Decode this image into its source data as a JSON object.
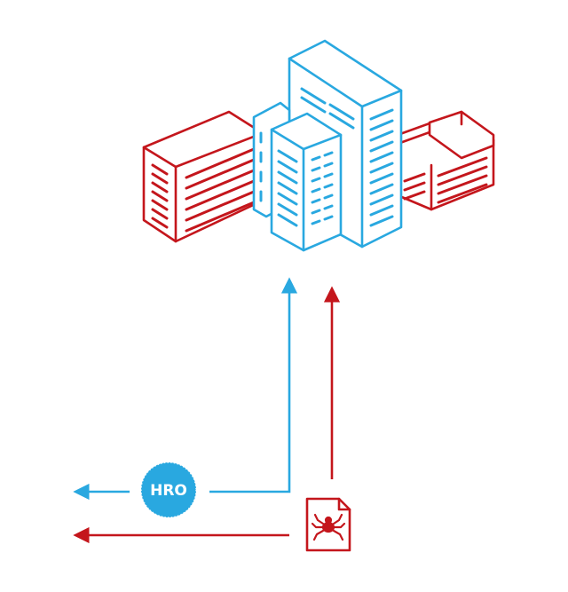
{
  "colors": {
    "blue": "#29a8e0",
    "red": "#c4161c",
    "background": "#ffffff"
  },
  "badge": {
    "label": "HRO"
  },
  "icons": {
    "buildings": "office-buildings-icon",
    "document": "spider-document-icon",
    "badge": "hro-coin-icon"
  },
  "flows": [
    {
      "name": "blue-flow",
      "color": "blue",
      "direction": "up-then-left"
    },
    {
      "name": "red-flow",
      "color": "red",
      "direction": "up-and-left"
    }
  ]
}
